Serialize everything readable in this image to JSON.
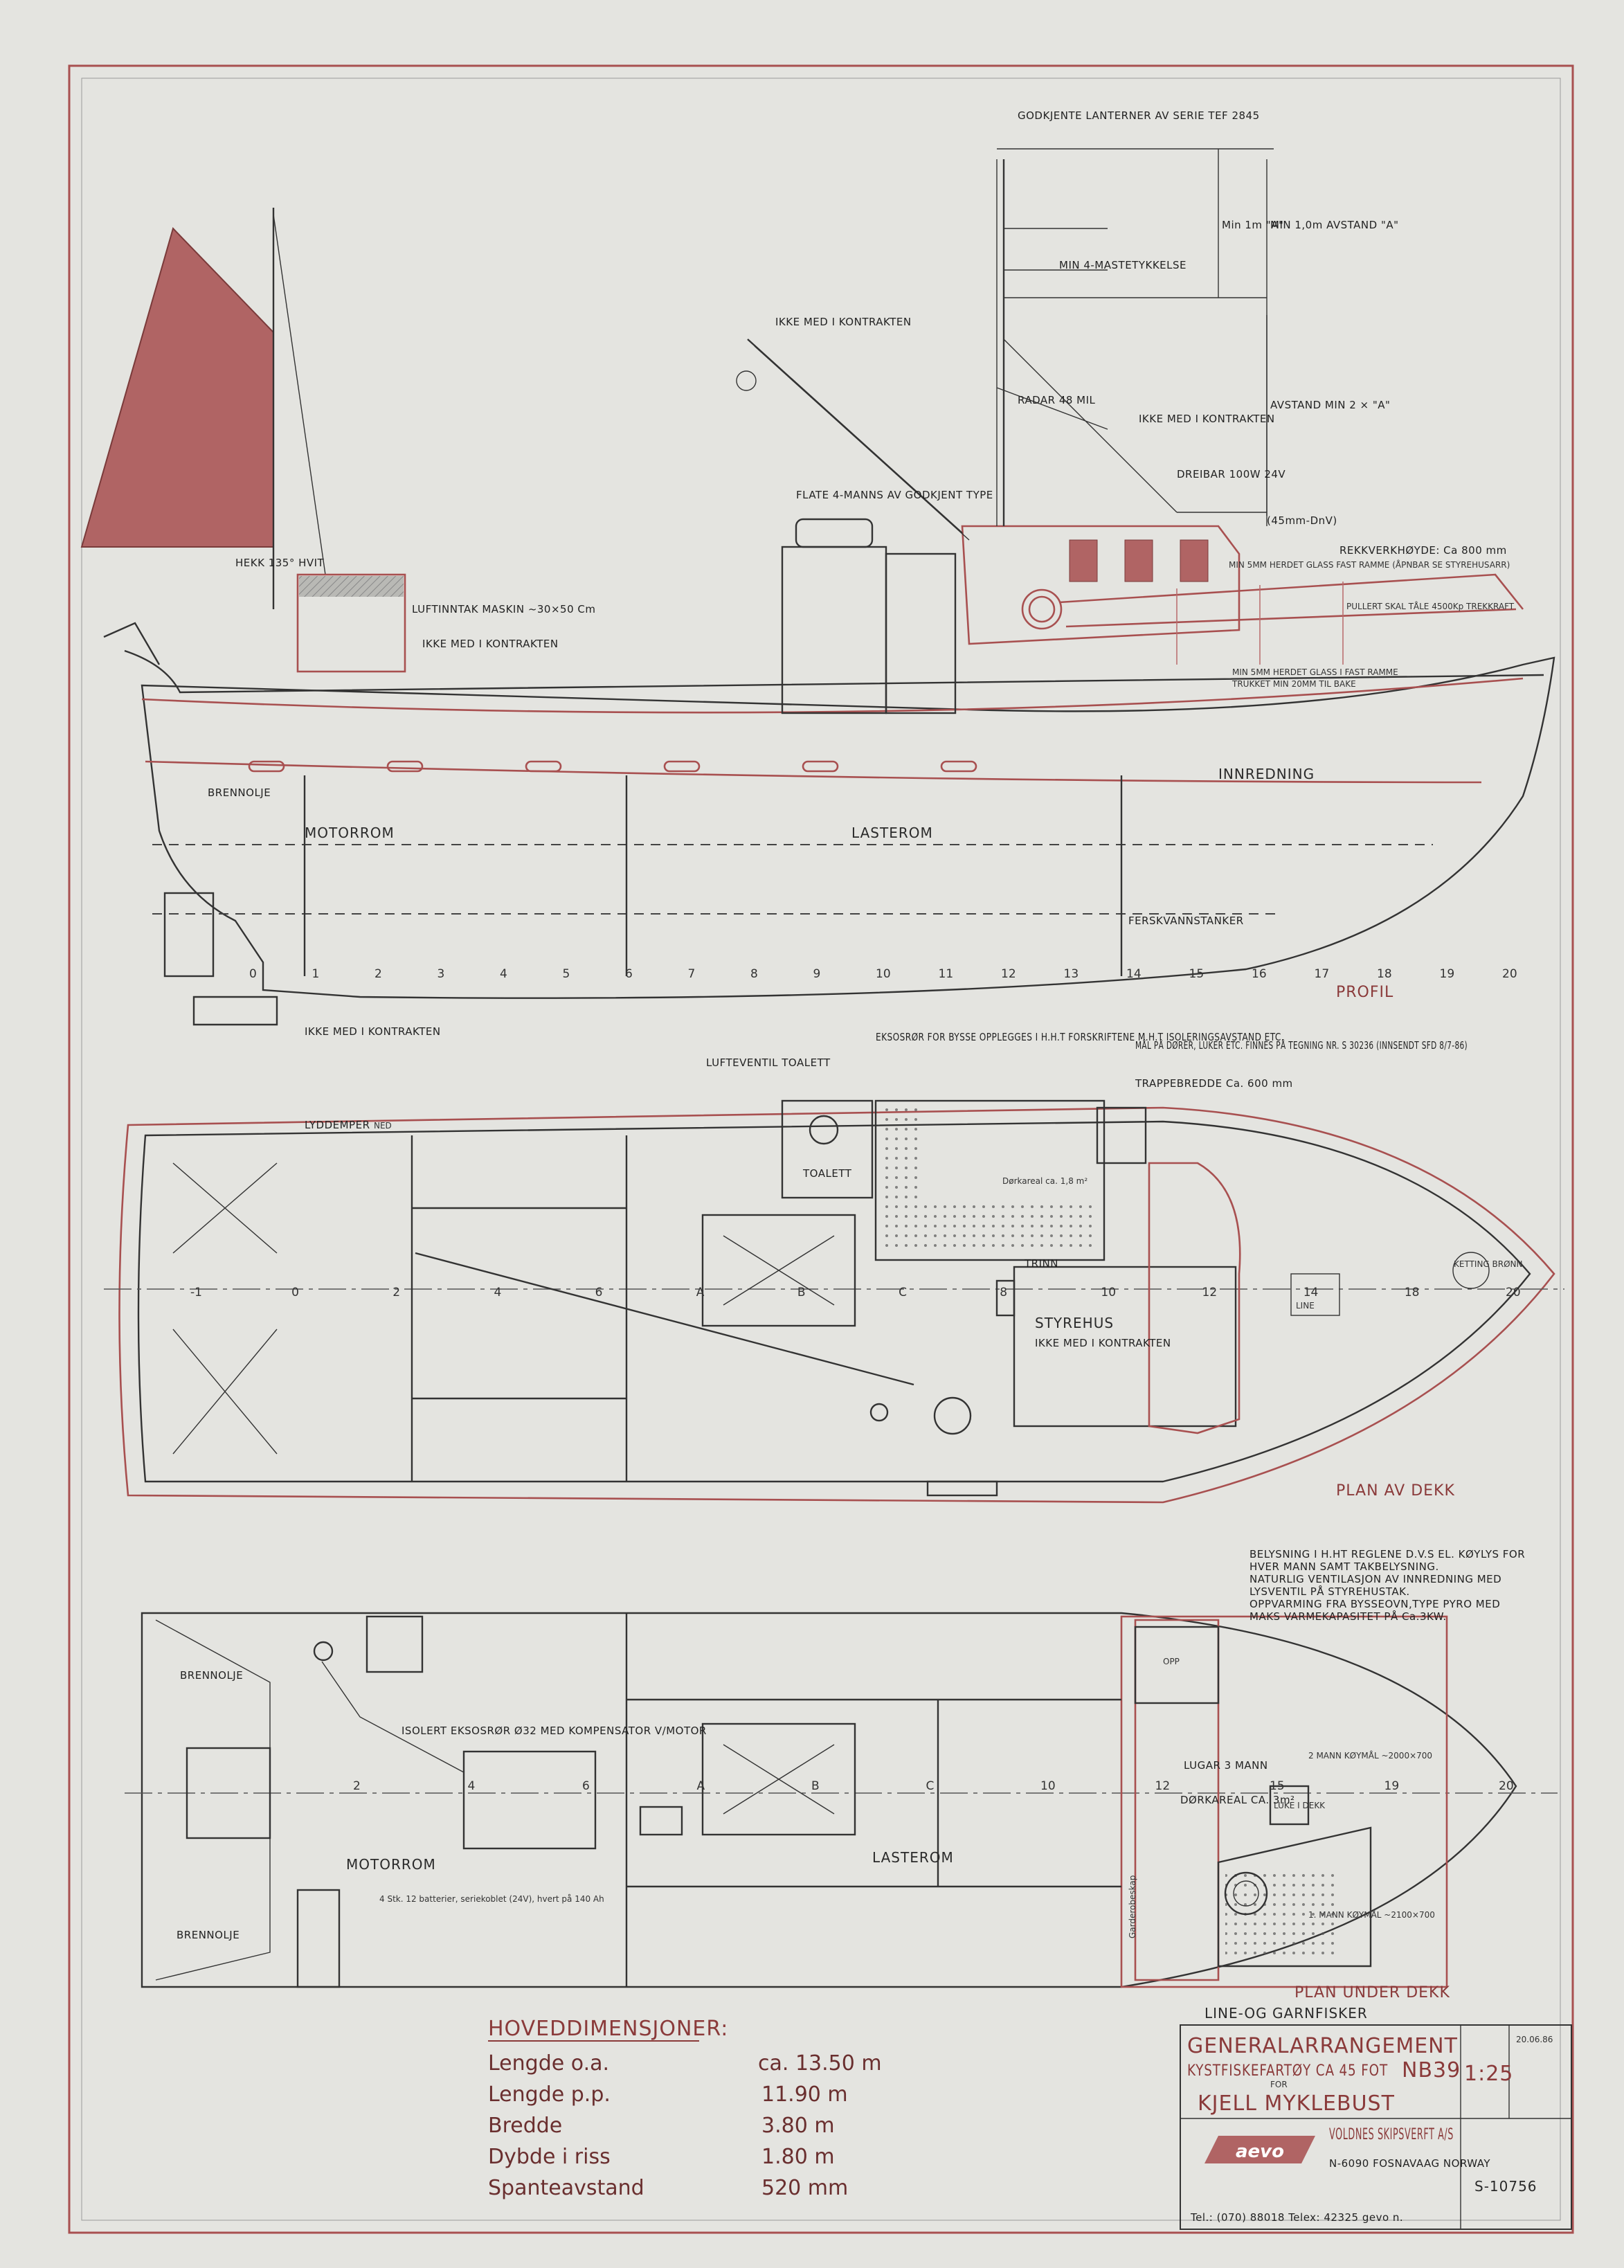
{
  "profile": {
    "view_title": "PROFIL",
    "lanterns_note": "GODKJENTE LANTERNER AV SERIE TEF 2845",
    "not_in_contract": "IKKE MED I KONTRAKTEN",
    "min_1m": "Min 1m \"A\"",
    "min_10m": "MIN 1,0m AVSTAND \"A\"",
    "avstand": "AVSTAND MIN 2 × \"A\"",
    "mast_thickness": "MIN 4-MASTETYKKELSE",
    "radar": "RADAR 48 MIL",
    "dreibar": "DREIBAR 100W 24V",
    "mm_diam": "(45mm-DnV)",
    "flate": "FLATE 4-MANNS AV GODKJENT TYPE",
    "lufttinntak": "LUFTINNTAK MASKIN ~30×50 Cm",
    "hekk": "HEKK 135° HVIT",
    "min_glass": "MIN 5MM HERDET GLASS FAST RAMME (ÅPNBAR SE STYREHUSARR)",
    "rekkverk": "REKKVERKHØYDE: Ca 800 mm",
    "pullert": "PULLERT SKAL TÅLE 4500Kp TREKKRAFT",
    "min_glass2": "MIN 5MM HERDET GLASS I FAST RAMME",
    "trukket": "TRUKKET MIN 20MM TIL BAKE",
    "innredning": "INNREDNING",
    "brennolje": "BRENNOLJE",
    "motorrom": "MOTORROM",
    "lasterom": "LASTEROM",
    "ferskvann": "FERSKVANNSTANKER",
    "frames": [
      "0",
      "1",
      "2",
      "3",
      "4",
      "5",
      "6",
      "7",
      "8",
      "9",
      "10",
      "11",
      "12",
      "13",
      "14",
      "15",
      "16",
      "17",
      "18",
      "19",
      "20"
    ]
  },
  "deck_plan": {
    "view_title": "PLAN AV DEKK",
    "eksosror": "EKSOSRØR FOR BYSSE OPPLEGGES I H.H.T FORSKRIFTENE M.H.T ISOLERINGSAVSTAND ETC.",
    "maal": "MÅL PÅ DØRER, LUKER ETC. FINNES PÅ TEGNING NR. S 30236 (INNSENDT SFD 8/7-86)",
    "trappebredde": "TRAPPEBREDDE Ca. 600 mm",
    "lufteventil": "LUFTEVENTIL TOALETT",
    "toalett": "TOALETT",
    "lyddemper": "LYDDEMPER",
    "ned": "NED",
    "dorkareal": "Dørkareal ca. 1,8 m²",
    "trinn": "TRINN",
    "styrehus": "STYREHUS",
    "not_in_contract": "IKKE MED I KONTRAKTEN",
    "line": "LINE",
    "ketting": "KETTING BRØNN",
    "frames": [
      "-1",
      "0",
      "2",
      "4",
      "6",
      "A",
      "B",
      "C",
      "8",
      "10",
      "12",
      "14",
      "18",
      "20"
    ]
  },
  "under_deck": {
    "view_title": "PLAN UNDER DEKK",
    "belysning": [
      "BELYSNING I H.HT REGLENE D.V.S EL. KØYLYS FOR",
      "HVER MANN SAMT TAKBELYSNING.",
      "NATURLIG VENTILASJON AV INNREDNING MED",
      "LYSVENTIL PÅ STYREHUSTAK.",
      "OPPVARMING FRA BYSSEOVN,TYPE PYRO MED",
      "MAKS VARMEKAPASITET PÅ Ca.3KW."
    ],
    "brennolje": "BRENNOLJE",
    "isolert": "ISOLERT EKSOSRØR Ø32 MED KOMPENSATOR V/MOTOR",
    "motorrom": "MOTORROM",
    "batterier": "4 Stk. 12 batterier, seriekoblet (24V), hvert på 140 Ah",
    "lasterom": "LASTEROM",
    "lugar": "LUGAR 3 MANN",
    "dorkareal": "DØRKAREAL CA. 3m²",
    "to_mann": "2 MANN KØYMÅL ~2000×700",
    "en_mann": "1. MANN KØYMÅL ~2100×700",
    "luke": "LUKE I DEKK",
    "opp": "OPP",
    "garderobe": "Garderobeskap",
    "frames": [
      "2",
      "4",
      "6",
      "A",
      "B",
      "C",
      "10",
      "12",
      "15",
      "19",
      "20"
    ]
  },
  "dimensions": {
    "title": "HOVEDDIMENSJONER:",
    "rows": [
      {
        "label": "Lengde  o.a.",
        "value": "ca. 13.50 m"
      },
      {
        "label": "Lengde  p.p.",
        "value": "11.90 m"
      },
      {
        "label": "Bredde",
        "value": "3.80 m"
      },
      {
        "label": "Dybde i riss",
        "value": "1.80 m"
      },
      {
        "label": "Spanteavstand",
        "value": "520 mm"
      }
    ]
  },
  "title_block": {
    "caption": "LINE-OG GARNFISKER",
    "heading": "GENERALARRANGEMENT",
    "vessel": "KYSTFISKEFARTØY CA 45 FOT",
    "hull_no": "NB39",
    "scale": "1:25",
    "for": "FOR",
    "owner": "KJELL MYKLEBUST",
    "logo": "aevo",
    "yard": "VOLDNES SKIPSVERFT A/S",
    "address": "N-6090 FOSNAVAAG NORWAY",
    "contact": "Tel.: (070) 88018  Telex: 42325 gevo n.",
    "drawing_no": "S-10756",
    "date": "20.06.86"
  },
  "colors": {
    "paper": "#e4e4e0",
    "ink": "#333333",
    "red": "#a85050",
    "sail": "#b06464"
  }
}
